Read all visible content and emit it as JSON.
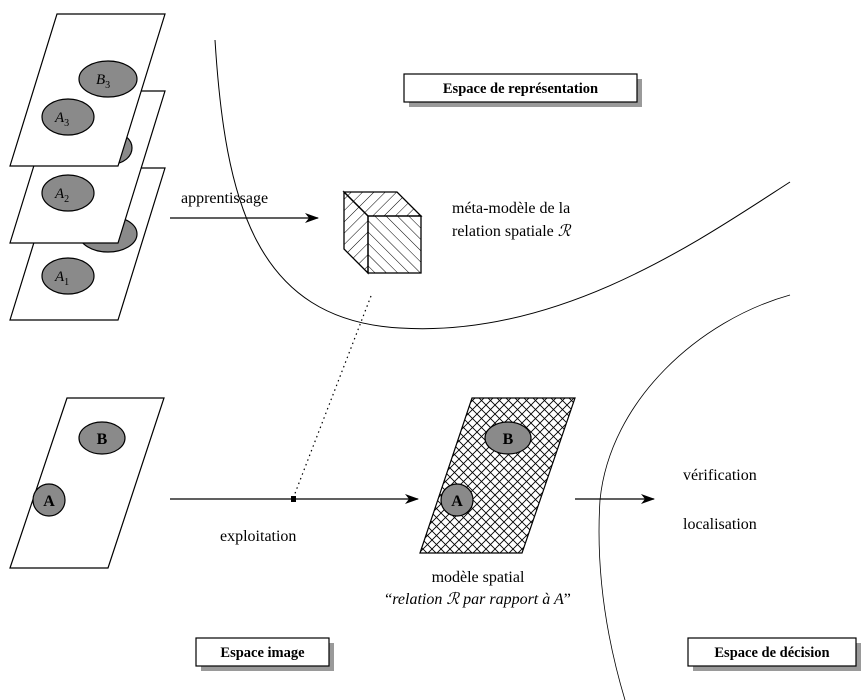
{
  "planes_stack": {
    "plane3": {
      "a": "A",
      "a_sub": "3",
      "b": "B",
      "b_sub": "3"
    },
    "plane2": {
      "a": "A",
      "a_sub": "2"
    },
    "plane1": {
      "a": "A",
      "a_sub": "1"
    }
  },
  "single_image": {
    "a": "A",
    "b": "B"
  },
  "spatial_model": {
    "a": "A",
    "b": "B"
  },
  "labels": {
    "apprentissage": "apprentissage",
    "meta_line1": "méta-modèle de la",
    "meta_line2": "relation spatiale",
    "relation_symbol": "ℛ",
    "exploitation": "exploitation",
    "modele_spatial": "modèle spatial",
    "quote_open": "“",
    "rel_prefix": "relation ",
    "rel_suffix": " par rapport à ",
    "rel_A": "A",
    "quote_close": "”",
    "verification": "vérification",
    "localisation": "localisation"
  },
  "boxes": {
    "representation": "Espace de représentation",
    "image": "Espace image",
    "decision": "Espace de décision"
  },
  "colors": {
    "ellipse_fill": "#8a8a8a",
    "stroke": "#000000",
    "background": "#ffffff"
  }
}
